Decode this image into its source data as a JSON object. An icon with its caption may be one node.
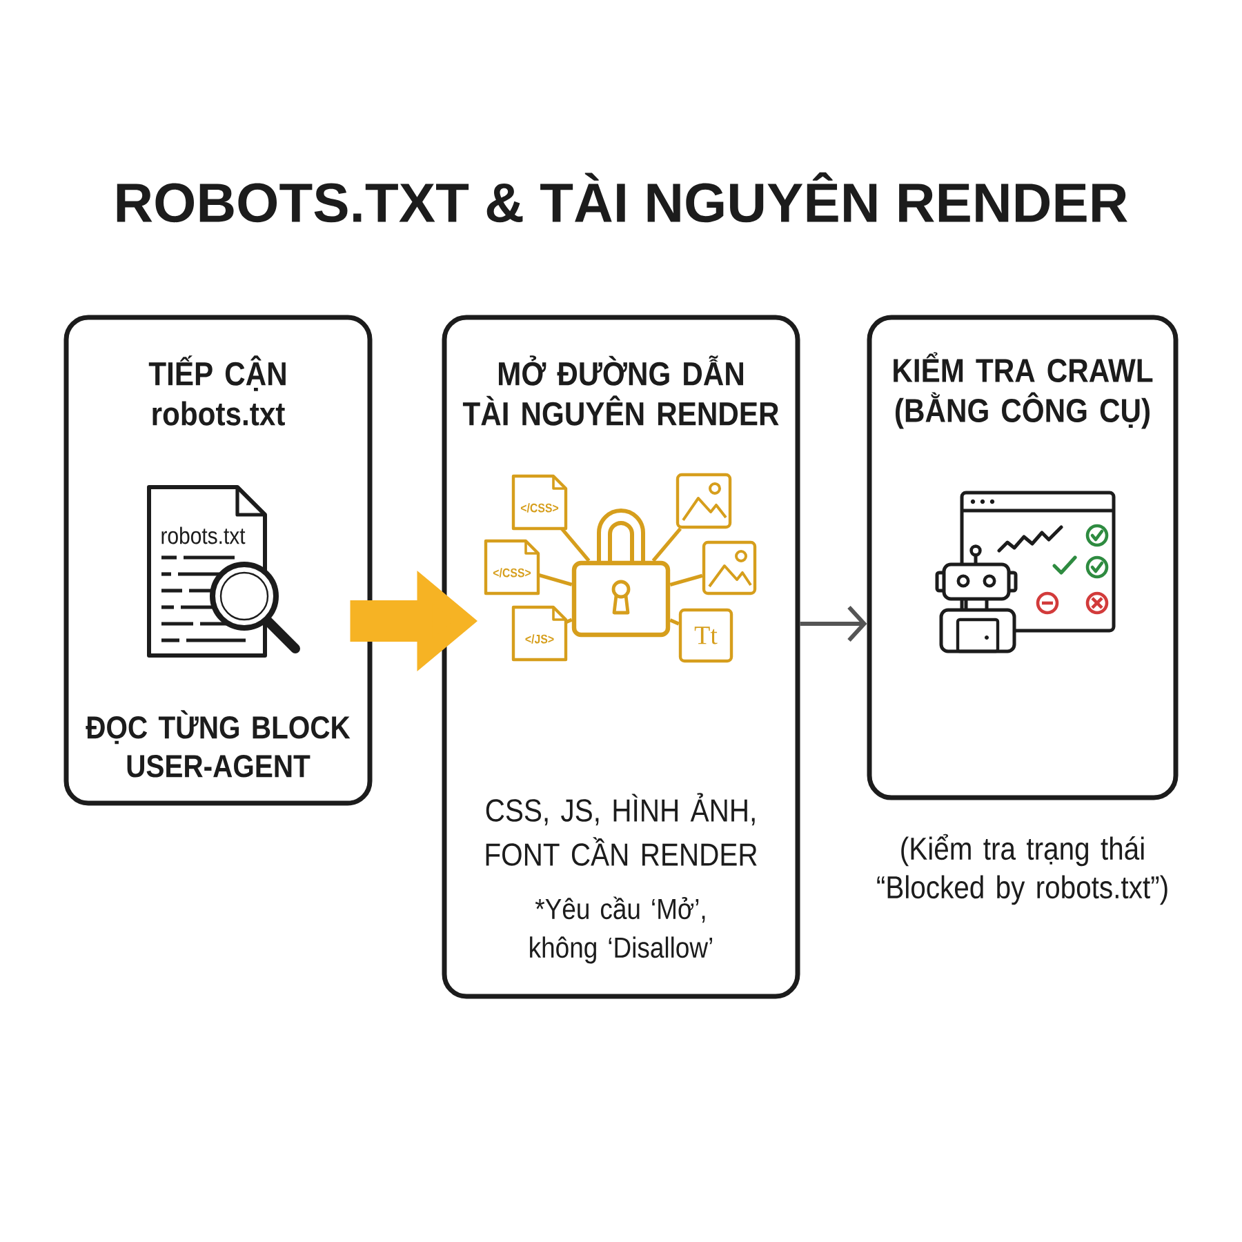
{
  "diagram": {
    "title": "ROBOTS.TXT & TÀI NGUYÊN RENDER",
    "nodes": [
      {
        "text": [
          "TIẾP CẬN robots.txt",
          "ĐỌC TỪNG BLOCK USER-AGENT"
        ]
      },
      {
        "text": [
          "robots.txt"
        ],
        "in": 0
      },
      {
        "text": [
          "MỞ ĐƯỜNG DẪN TÀI NGUYÊN RENDER",
          "CSS, JS, HÌNH ẢNH, FONT CẦN RENDER",
          "*Yêu cầu ‘Mở’, không ‘Disallow’"
        ]
      },
      {
        "text": [
          "</CSS>"
        ],
        "in": 2
      },
      {
        "text": [],
        "shape": "picture",
        "in": 2
      },
      {
        "text": [
          "</CSS>"
        ],
        "in": 2
      },
      {
        "text": [],
        "shape": "picture",
        "in": 2
      },
      {
        "text": [],
        "shape": "picture",
        "in": 2
      },
      {
        "text": [
          "</JS>"
        ],
        "in": 2
      },
      {
        "text": [
          "Tt"
        ],
        "in": 2
      },
      {
        "text": [
          "KIỂM TRA CRAWL (BẰNG CÔNG CỤ)"
        ],
        "beside": [
          "(Kiểm tra trạng thái “Blocked by robots.txt”)"
        ]
      }
    ],
    "edges": [
      {
        "from": 0,
        "to": 2,
        "arrow": "to",
        "style": "thick",
        "color": "#f6b324"
      },
      {
        "from": 2,
        "to": 10,
        "arrow": "to",
        "color": "#555555"
      },
      {
        "from": 3,
        "to": 6,
        "arrow": "none"
      },
      {
        "from": 4,
        "to": 6,
        "arrow": "none"
      },
      {
        "from": 5,
        "to": 6,
        "arrow": "none"
      },
      {
        "from": 7,
        "to": 6,
        "arrow": "none"
      },
      {
        "from": 8,
        "to": 6,
        "arrow": "none"
      },
      {
        "from": 9,
        "to": 6,
        "arrow": "none"
      }
    ]
  }
}
